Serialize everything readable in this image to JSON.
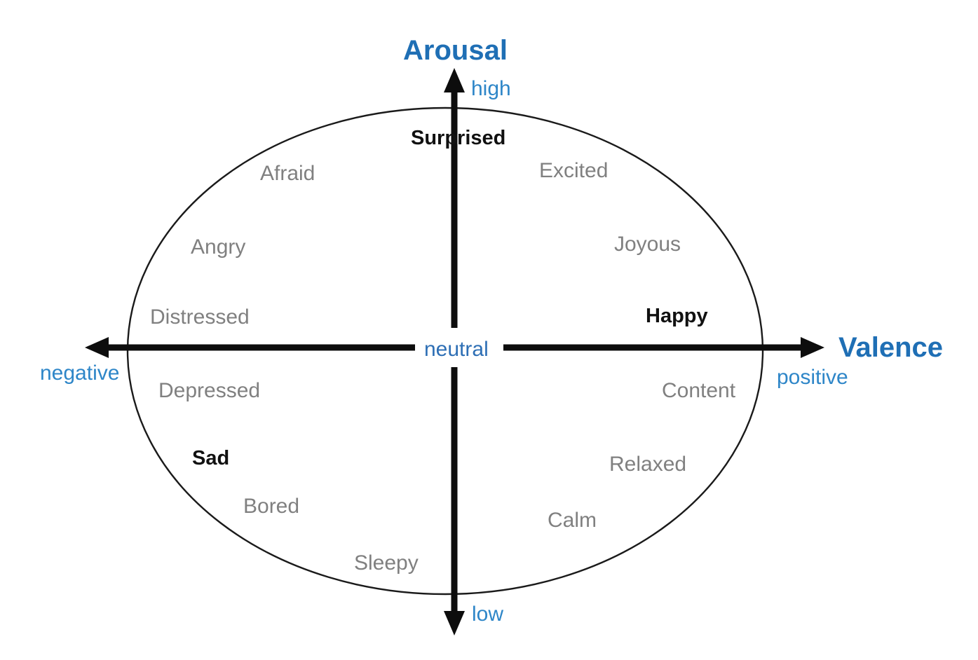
{
  "figure": {
    "title": "Valence-Arousal circumplex model of emotion",
    "background_color": "#ffffff",
    "accent_blue": "#1F6FB5",
    "sub_blue": "#2E86C8",
    "emotion_gray": "#808080",
    "primary_black": "#111111",
    "stroke_color": "#1a1a1a"
  },
  "axes": {
    "vertical": {
      "title": "Arousal",
      "positive_pole": "high",
      "negative_pole": "low"
    },
    "horizontal": {
      "title": "Valence",
      "negative_pole": "negative",
      "positive_pole": "positive"
    },
    "origin_label": "neutral"
  },
  "emotions": {
    "primary": [
      {
        "label": "Surprised",
        "quadrant": "top-center"
      },
      {
        "label": "Happy",
        "quadrant": "right"
      },
      {
        "label": "Sad",
        "quadrant": "bottom-left"
      }
    ],
    "secondary": [
      {
        "label": "Afraid",
        "quadrant": "high-arousal-negative-valence"
      },
      {
        "label": "Angry",
        "quadrant": "high-arousal-negative-valence"
      },
      {
        "label": "Distressed",
        "quadrant": "high-arousal-negative-valence"
      },
      {
        "label": "Excited",
        "quadrant": "high-arousal-positive-valence"
      },
      {
        "label": "Joyous",
        "quadrant": "high-arousal-positive-valence"
      },
      {
        "label": "Depressed",
        "quadrant": "low-arousal-negative-valence"
      },
      {
        "label": "Bored",
        "quadrant": "low-arousal-negative-valence"
      },
      {
        "label": "Sleepy",
        "quadrant": "low-arousal-negative-valence"
      },
      {
        "label": "Content",
        "quadrant": "low-arousal-positive-valence"
      },
      {
        "label": "Relaxed",
        "quadrant": "low-arousal-positive-valence"
      },
      {
        "label": "Calm",
        "quadrant": "low-arousal-positive-valence"
      }
    ]
  },
  "chart_data": {
    "type": "scatter",
    "title": "",
    "xlabel": "Valence",
    "ylabel": "Arousal",
    "xlim": [
      -1,
      1
    ],
    "ylim": [
      -1,
      1
    ],
    "grid": false,
    "legend": "none",
    "annotations": [
      {
        "text": "high",
        "x": 0.05,
        "y": 1.15
      },
      {
        "text": "low",
        "x": 0.07,
        "y": -1.18
      },
      {
        "text": "negative",
        "x": -1.2,
        "y": -0.1
      },
      {
        "text": "positive",
        "x": 1.15,
        "y": -0.13
      },
      {
        "text": "neutral",
        "x": 0.0,
        "y": 0.0
      }
    ],
    "points": [
      {
        "label": "Surprised",
        "x": 0.02,
        "y": 0.85,
        "style": "bold"
      },
      {
        "label": "Afraid",
        "x": -0.37,
        "y": 0.72,
        "style": "regular"
      },
      {
        "label": "Excited",
        "x": 0.4,
        "y": 0.72,
        "style": "regular"
      },
      {
        "label": "Angry",
        "x": -0.7,
        "y": 0.42,
        "style": "regular"
      },
      {
        "label": "Joyous",
        "x": 0.63,
        "y": 0.35,
        "style": "regular"
      },
      {
        "label": "Distressed",
        "x": -0.88,
        "y": 0.13,
        "style": "regular"
      },
      {
        "label": "Happy",
        "x": 0.82,
        "y": 0.15,
        "style": "bold"
      },
      {
        "label": "Depressed",
        "x": -0.86,
        "y": -0.17,
        "style": "regular"
      },
      {
        "label": "Content",
        "x": 0.8,
        "y": -0.18,
        "style": "regular"
      },
      {
        "label": "Sad",
        "x": -0.74,
        "y": -0.45,
        "style": "bold"
      },
      {
        "label": "Relaxed",
        "x": 0.62,
        "y": -0.46,
        "style": "regular"
      },
      {
        "label": "Bored",
        "x": -0.54,
        "y": -0.64,
        "style": "regular"
      },
      {
        "label": "Calm",
        "x": 0.37,
        "y": -0.7,
        "style": "regular"
      },
      {
        "label": "Sleepy",
        "x": -0.17,
        "y": -0.87,
        "style": "regular"
      }
    ]
  }
}
